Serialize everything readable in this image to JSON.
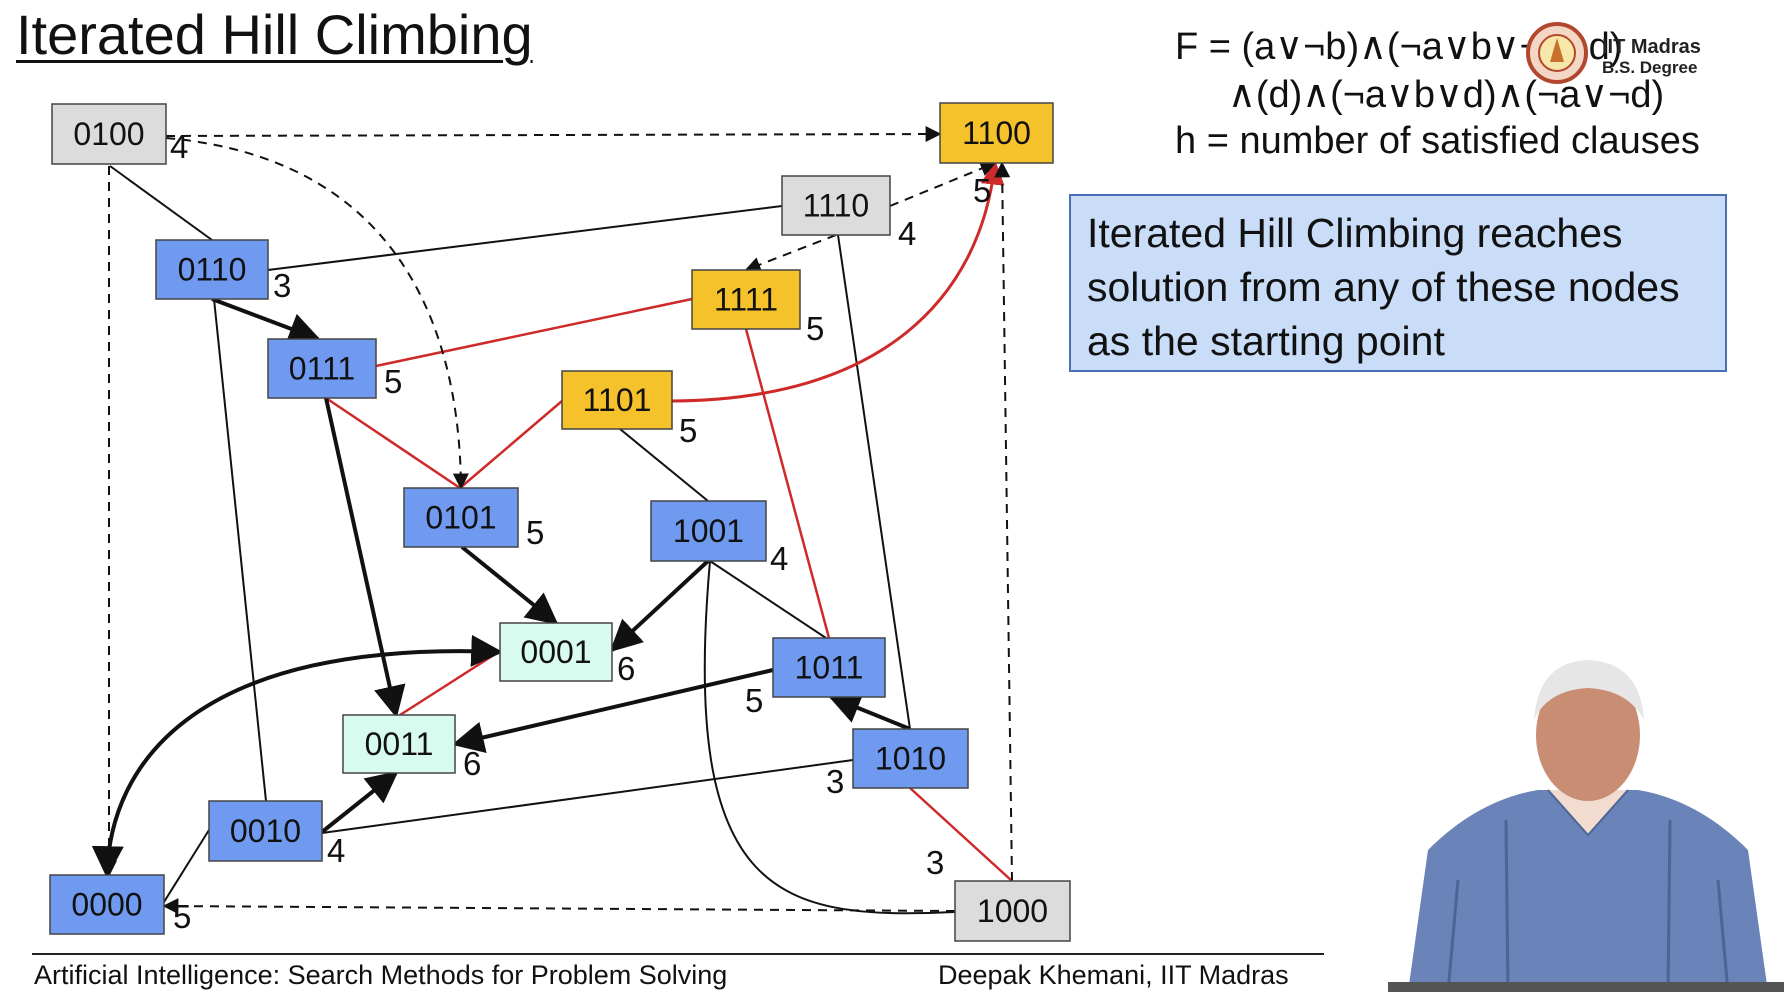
{
  "slide": {
    "title": "Iterated Hill Climbing",
    "formula_line1": "F = (a∨¬b)∧(¬a∨b∨¬c∨d)",
    "formula_line2": "∧(d)∧(¬a∨b∨d)∧(¬a∨¬d)",
    "formula_line3": "h = number of satisfied clauses",
    "note": "Iterated Hill Climbing reaches solution from any of these nodes as the starting point",
    "footer_left": "Artificial Intelligence: Search Methods for Problem Solving",
    "footer_right": "Deepak Khemani, IIT Madras"
  },
  "logo": {
    "line1": "IIT Madras",
    "line2": "B.S. Degree"
  },
  "colors": {
    "gray": "#dcdcdc",
    "blue": "#6f9af0",
    "yellow": "#f6c22b",
    "green": "#d8fbef",
    "red": "#cf2a2a"
  },
  "nodes": [
    {
      "id": "0100",
      "color": "gray",
      "h": "4"
    },
    {
      "id": "1100",
      "color": "yellow",
      "h": "5"
    },
    {
      "id": "1110",
      "color": "gray",
      "h": "4"
    },
    {
      "id": "0110",
      "color": "blue",
      "h": "3"
    },
    {
      "id": "1111",
      "color": "yellow",
      "h": "5"
    },
    {
      "id": "0111",
      "color": "blue",
      "h": "5"
    },
    {
      "id": "1101",
      "color": "yellow",
      "h": "5"
    },
    {
      "id": "0101",
      "color": "blue",
      "h": "5"
    },
    {
      "id": "1001",
      "color": "blue",
      "h": "4"
    },
    {
      "id": "0001",
      "color": "green",
      "h": "6"
    },
    {
      "id": "1011",
      "color": "blue",
      "h": "5"
    },
    {
      "id": "0011",
      "color": "green",
      "h": "6"
    },
    {
      "id": "1010",
      "color": "blue",
      "h": "3"
    },
    {
      "id": "0010",
      "color": "blue",
      "h": "4"
    },
    {
      "id": "0000",
      "color": "blue",
      "h": "5"
    },
    {
      "id": "1000",
      "color": "gray",
      "h": "3"
    }
  ],
  "edges": [
    {
      "from": "0100",
      "to": "0110",
      "kind": "plain"
    },
    {
      "from": "0110",
      "to": "1110",
      "kind": "plain"
    },
    {
      "from": "0110",
      "to": "0010",
      "kind": "plain"
    },
    {
      "from": "1110",
      "to": "1010",
      "kind": "plain"
    },
    {
      "from": "1101",
      "to": "1001",
      "kind": "plain"
    },
    {
      "from": "1001",
      "to": "1011",
      "kind": "plain"
    },
    {
      "from": "0010",
      "to": "1010",
      "kind": "plain"
    },
    {
      "from": "0010",
      "to": "0000",
      "kind": "plain"
    },
    {
      "from": "1001",
      "to": "1000",
      "kind": "plain-curve"
    },
    {
      "from": "0111",
      "to": "1111",
      "kind": "red"
    },
    {
      "from": "0111",
      "to": "0101",
      "kind": "red"
    },
    {
      "from": "0101",
      "to": "1101",
      "kind": "red"
    },
    {
      "from": "1111",
      "to": "1011",
      "kind": "red"
    },
    {
      "from": "0011",
      "to": "0001",
      "kind": "red"
    },
    {
      "from": "1010",
      "to": "1000",
      "kind": "red"
    },
    {
      "from": "1101",
      "to": "1100",
      "kind": "red-arrow"
    },
    {
      "from": "0110",
      "to": "0111",
      "kind": "bold-arrow"
    },
    {
      "from": "0111",
      "to": "0011",
      "kind": "bold-arrow"
    },
    {
      "from": "0101",
      "to": "0001",
      "kind": "bold-arrow"
    },
    {
      "from": "1001",
      "to": "0001",
      "kind": "bold-arrow"
    },
    {
      "from": "1011",
      "to": "0011",
      "kind": "bold-arrow"
    },
    {
      "from": "1010",
      "to": "1011",
      "kind": "bold-arrow"
    },
    {
      "from": "0010",
      "to": "0011",
      "kind": "bold-arrow"
    },
    {
      "from": "0001",
      "to": "0000",
      "kind": "bold-curve-arrow"
    },
    {
      "from": "0100",
      "to": "1100",
      "kind": "dashed-arrow"
    },
    {
      "from": "0100",
      "to": "0000",
      "kind": "dashed-arrow"
    },
    {
      "from": "0100",
      "to": "0101",
      "kind": "dashed-curve-arrow"
    },
    {
      "from": "1110",
      "to": "1100",
      "kind": "dashed-arrow"
    },
    {
      "from": "1110",
      "to": "1111",
      "kind": "dashed-arrow"
    },
    {
      "from": "1000",
      "to": "1100",
      "kind": "dashed-arrow"
    },
    {
      "from": "1000",
      "to": "0000",
      "kind": "dashed-arrow"
    }
  ]
}
